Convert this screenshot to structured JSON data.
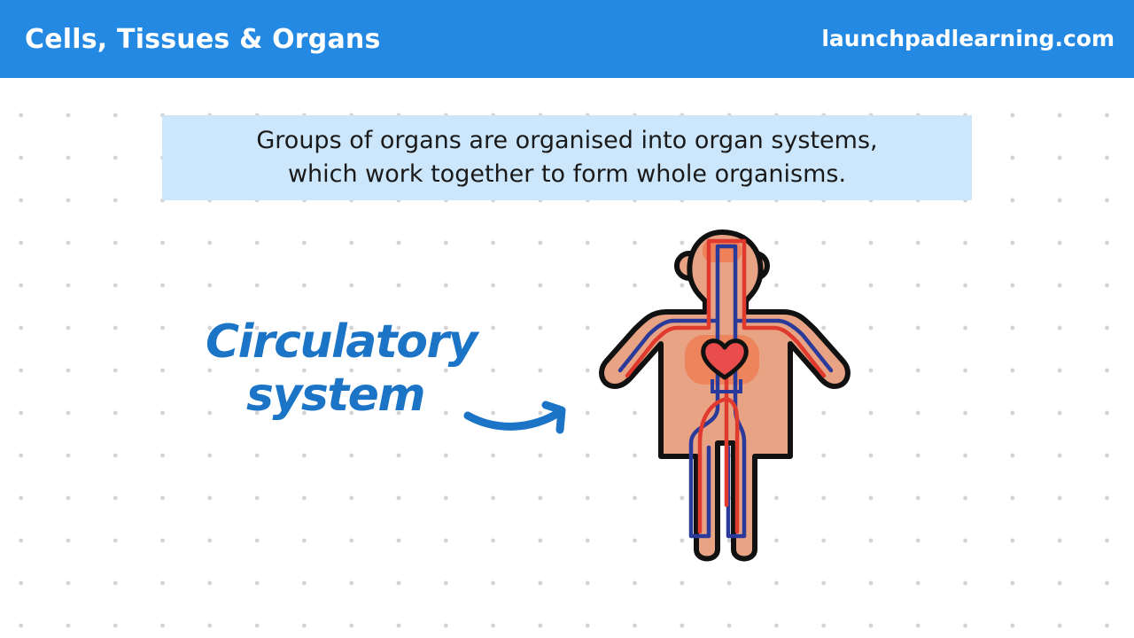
{
  "header": {
    "title": "Cells, Tissues & Organs",
    "site": "launchpadlearning.com"
  },
  "caption": {
    "line1": "Groups of organs are organised into organ systems,",
    "line2": "which work together to form whole organisms."
  },
  "label": {
    "line1": "Circulatory",
    "line2": "system"
  },
  "colors": {
    "header_bg": "#2389e3",
    "caption_bg": "#cce6fb",
    "label_blue": "#1c74c7",
    "skin": "#e8a384",
    "artery_red": "#e03a2f",
    "vein_blue": "#2a3a9a",
    "heart": "#e84c4c",
    "glow": "#f36b3a"
  },
  "icons": [
    "arrow-curved-right-icon",
    "human-circulatory-figure",
    "heart-icon"
  ]
}
